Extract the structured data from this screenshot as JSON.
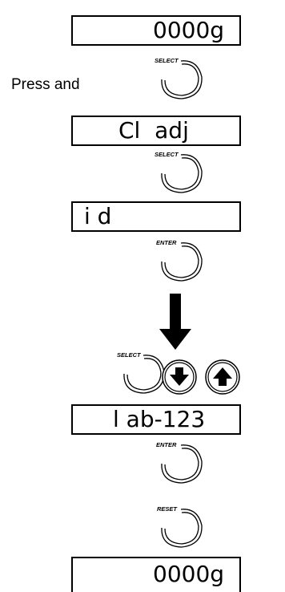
{
  "displays": {
    "d1": "0000g",
    "d2": "Cl  adj",
    "d3": "i d",
    "d4": "l ab-123",
    "d5": "0000g"
  },
  "press_label": "Press and",
  "buttons": {
    "select_1": "SELECT",
    "select_2": "SELECT",
    "enter_1": "ENTER",
    "select_3": "SELECT",
    "enter_2": "ENTER",
    "reset": "RESET"
  },
  "icons": {
    "down_arrow": "arrow-down-icon",
    "up_arrow": "arrow-up-icon",
    "flow_arrow": "flow-arrow-down-icon"
  }
}
